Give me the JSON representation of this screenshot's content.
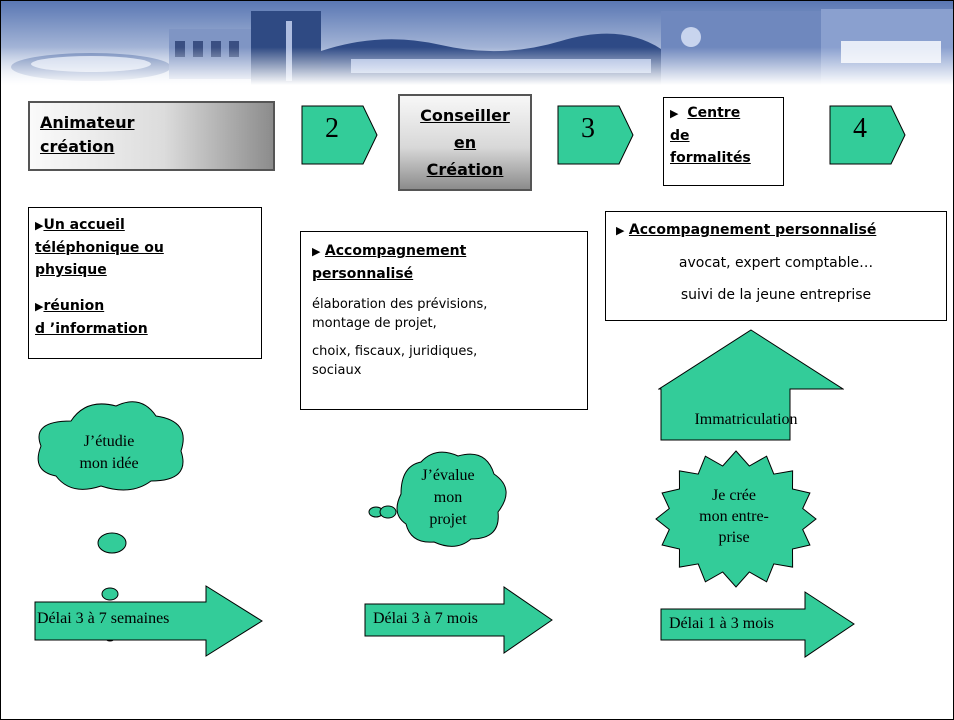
{
  "steps": {
    "animateur": "Animateur création",
    "conseiller": [
      "Conseiller",
      "en",
      "Création"
    ],
    "centre_line1": "Centre",
    "centre_line2": "de",
    "centre_line3": "formalités",
    "num2": "2",
    "num3": "3",
    "num4": "4"
  },
  "accueil": {
    "item1": [
      "Un accueil",
      "téléphonique ou",
      "physique"
    ],
    "item2": [
      "réunion",
      "d ’information"
    ]
  },
  "accompagnement1": {
    "title": [
      "Accompagnement",
      "personnalisé"
    ],
    "text1": [
      "élaboration des prévisions,",
      "montage de projet,"
    ],
    "text2": [
      "choix, fiscaux, juridiques,",
      "sociaux"
    ]
  },
  "accompagnement2": {
    "title": "Accompagnement personnalisé",
    "line1": "avocat, expert comptable…",
    "line2": "suivi de la jeune entreprise"
  },
  "clouds": {
    "cloud1": [
      "J’étudie",
      "mon idée"
    ],
    "cloud2": [
      "J’évalue",
      "mon",
      "projet"
    ]
  },
  "immatriculation": "Immatriculation",
  "star": [
    "Je crée",
    "mon entre-",
    "prise"
  ],
  "delais": {
    "d1": "Délai 3 à 7 semaines",
    "d2": "Délai 3  à 7 mois",
    "d3": "Délai 1 à 3 mois"
  },
  "colors": {
    "teal": "#33CC99",
    "banner": "#3A5A9A"
  }
}
